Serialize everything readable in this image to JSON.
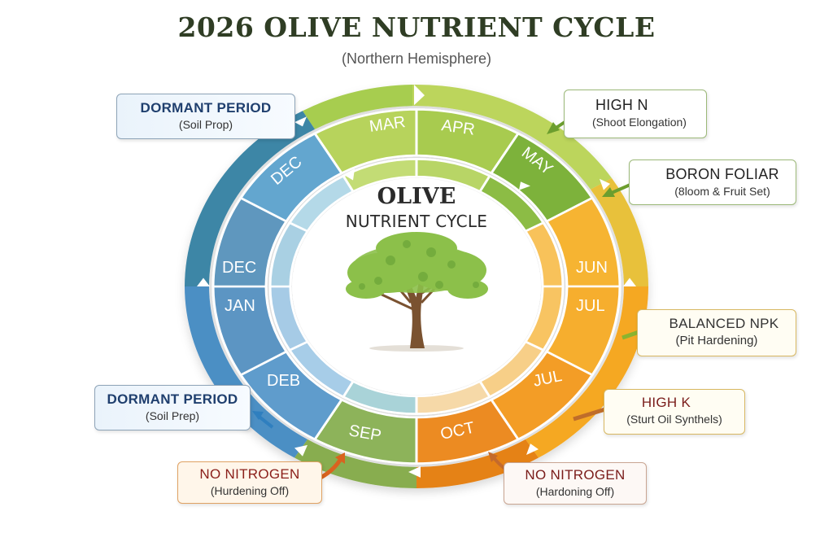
{
  "header": {
    "title": "2026 OLIVE NUTRIENT CYCLE",
    "subtitle": "(Northern Hemisphere)"
  },
  "center": {
    "title": "OLIVE",
    "subtitle": "NUTRIENT CYCLE",
    "image": "olive-tree-icon"
  },
  "wheel": {
    "segments": [
      {
        "label": "MAR",
        "color": "#b9d35a"
      },
      {
        "label": "APR",
        "color": "#a9cc4e"
      },
      {
        "label": "MAY",
        "color": "#7fb23a"
      },
      {
        "label": "JUN",
        "color": "#f6b532"
      },
      {
        "label": "JUL",
        "color": "#f5ad2c"
      },
      {
        "label": "JUL",
        "color": "#f39a25"
      },
      {
        "label": "OCT",
        "color": "#ec8a22"
      },
      {
        "label": "SEP",
        "color": "#8fb35a"
      },
      {
        "label": "DEB",
        "color": "#5d9acb"
      },
      {
        "label": "JAN",
        "color": "#5b95c2"
      },
      {
        "label": "DEC",
        "color": "#5d96bd"
      },
      {
        "label": "DEC",
        "color": "#5ea3cc"
      }
    ]
  },
  "callouts": [
    {
      "heading": "DORMANT PERIOD",
      "detail": "(Soil Prop)"
    },
    {
      "heading": "HIGH N",
      "detail": "(Shoot Elongation)"
    },
    {
      "heading": "BORON FOLIAR",
      "detail": "(8loom & Fruit Set)"
    },
    {
      "heading": "BALANCED NPK",
      "detail": "(Pit Hardening)"
    },
    {
      "heading": "HIGH K",
      "detail": "(Sturt Oil Synthels)"
    },
    {
      "heading": "NO NITROGEN",
      "detail": "(Hardoning Off)"
    },
    {
      "heading": "NO NITROGEN",
      "detail": "(Hurdening Off)"
    },
    {
      "heading": "DORMANT PERIOD",
      "detail": "(Soil Prep)"
    }
  ]
}
